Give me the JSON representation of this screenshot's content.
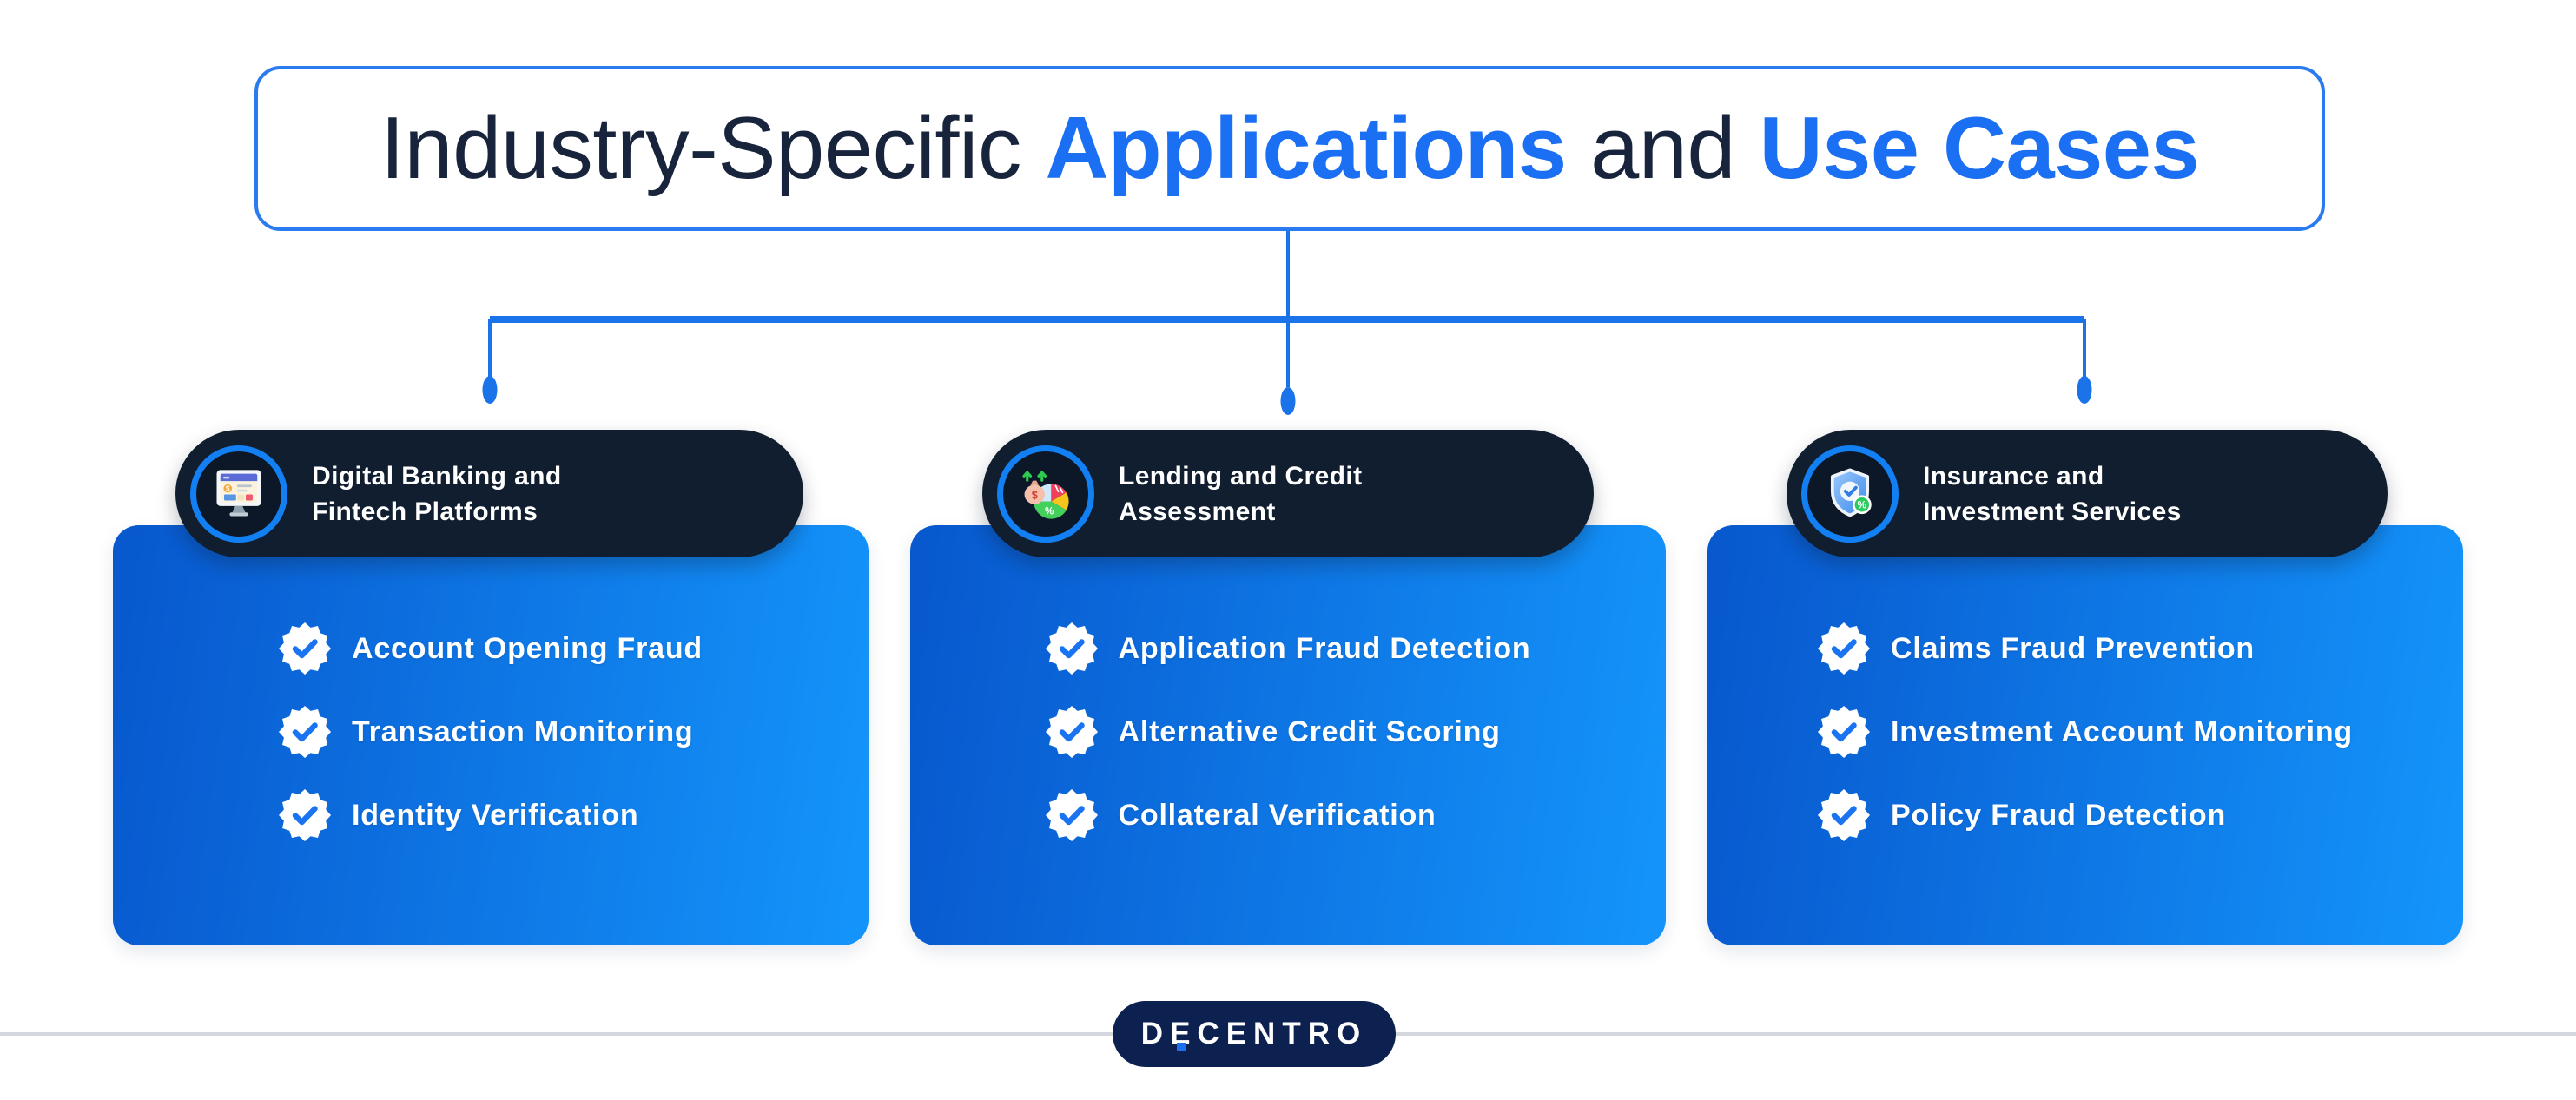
{
  "title": {
    "segments": [
      {
        "text": "Industry-Specific ",
        "style": "dark"
      },
      {
        "text": "Applications",
        "style": "blue"
      },
      {
        "text": " and ",
        "style": "dark"
      },
      {
        "text": "Use Cases",
        "style": "blue"
      }
    ]
  },
  "cards": [
    {
      "icon": "digital-banking-monitor-icon",
      "title_line1": "Digital Banking and",
      "title_line2": "Fintech Platforms",
      "items": [
        "Account Opening Fraud",
        "Transaction Monitoring",
        "Identity Verification"
      ]
    },
    {
      "icon": "lending-pie-chart-money-bag-icon",
      "title_line1": "Lending and Credit",
      "title_line2": "Assessment",
      "items": [
        "Application Fraud Detection",
        "Alternative Credit Scoring",
        "Collateral Verification"
      ]
    },
    {
      "icon": "insurance-shield-check-icon",
      "title_line1": "Insurance and",
      "title_line2": "Investment Services",
      "items": [
        "Claims Fraud Prevention",
        "Investment Account Monitoring",
        "Policy Fraud Detection"
      ]
    }
  ],
  "list_badge_icon": "verified-check-badge-icon",
  "footer": {
    "logo_text": "DECENTRO"
  },
  "colors": {
    "title_dark": "#17243c",
    "accent_blue": "#1b6ff2",
    "title_border": "#2b7bf0",
    "connector_blue": "#1a73e8",
    "pill_navy": "#111e30",
    "card_gradient_start": "#0857cd",
    "card_gradient_end": "#1495fb",
    "footer_line_gray": "#d4d7dd",
    "logo_navy": "#0d2150",
    "badge_white": "#ffffff",
    "badge_check_blue": "#1a74f2"
  }
}
